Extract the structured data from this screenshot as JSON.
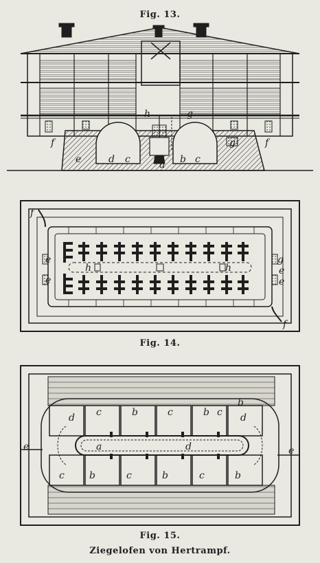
{
  "figures": [
    {
      "id": "fig13",
      "caption": "Fig. 13."
    },
    {
      "id": "fig14",
      "caption": "Fig. 14."
    },
    {
      "id": "fig15",
      "caption": "Fig. 15.",
      "subtitle": "Ziegelofen von Hertrampf."
    }
  ],
  "fig13_labels": {
    "f_left": "f",
    "f_right": "f",
    "e": "e",
    "d_left": "d",
    "c_left": "c",
    "h": "h",
    "g_top": "g",
    "g_right": "g",
    "a": "a",
    "b": "b",
    "c_right": "c"
  },
  "fig14_labels": {
    "f_top": "f",
    "f_bottom": "f",
    "e_left_top": "e",
    "e_left_bottom": "e",
    "h_center": "h",
    "h_right": "h",
    "g_right_top": "g",
    "e_right": "e",
    "e_right_bottom": "e"
  },
  "fig15_labels": {
    "d_left": "d",
    "e_left": "e",
    "e_right": "e",
    "d_right": "d",
    "c_t1": "c",
    "b_t2": "b",
    "c_t3": "c",
    "b_t4": "b",
    "c_t5": "c",
    "b_t6": "b",
    "a_center": "a",
    "d_center": "d",
    "c_b1": "c",
    "b_b2": "b",
    "c_b3": "c",
    "b_b4": "b",
    "c_b5": "c",
    "b_b6": "b"
  },
  "colors": {
    "ink": "#1f1f1f",
    "paper": "#e9e8e1",
    "bleed": "#bdbcb4"
  }
}
